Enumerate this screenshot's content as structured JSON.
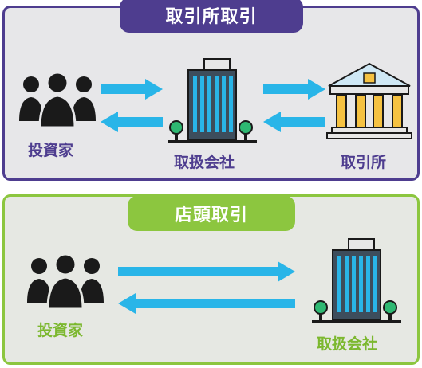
{
  "exchange_panel": {
    "title": "取引所取引",
    "investor_label": "投資家",
    "broker_label": "取扱会社",
    "exchange_label": "取引所"
  },
  "otc_panel": {
    "title": "店頭取引",
    "investor_label": "投資家",
    "broker_label": "取扱会社"
  },
  "colors": {
    "exchange_accent": "#4e3d8f",
    "otc_accent": "#8cc63f",
    "arrow": "#29b5e8"
  }
}
